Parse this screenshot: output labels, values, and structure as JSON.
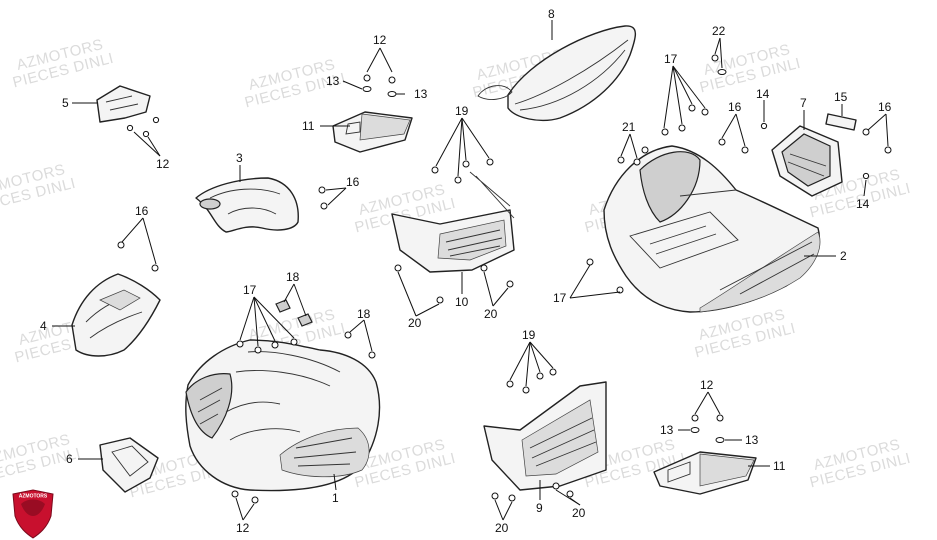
{
  "watermark": {
    "line1": "AZMOTORS",
    "line2": "PIECES DINLI"
  },
  "logo": {
    "text": "AZMOTORS",
    "color": "#c8102e"
  },
  "callouts": {
    "c1": "1",
    "c2": "2",
    "c3": "3",
    "c4": "4",
    "c5": "5",
    "c6": "6",
    "c7": "7",
    "c8": "8",
    "c9": "9",
    "c10": "10",
    "c11a": "11",
    "c11b": "11",
    "c12a": "12",
    "c12b": "12",
    "c12c": "12",
    "c12d": "12",
    "c13a": "13",
    "c13b": "13",
    "c13c": "13",
    "c13d": "13",
    "c14a": "14",
    "c14b": "14",
    "c15": "15",
    "c16a": "16",
    "c16b": "16",
    "c16c": "16",
    "c16d": "16",
    "c17a": "17",
    "c17b": "17",
    "c17c": "17",
    "c18a": "18",
    "c18b": "18",
    "c19a": "19",
    "c19b": "19",
    "c20a": "20",
    "c20b": "20",
    "c20c": "20",
    "c20d": "20",
    "c21": "21",
    "c22": "22"
  }
}
